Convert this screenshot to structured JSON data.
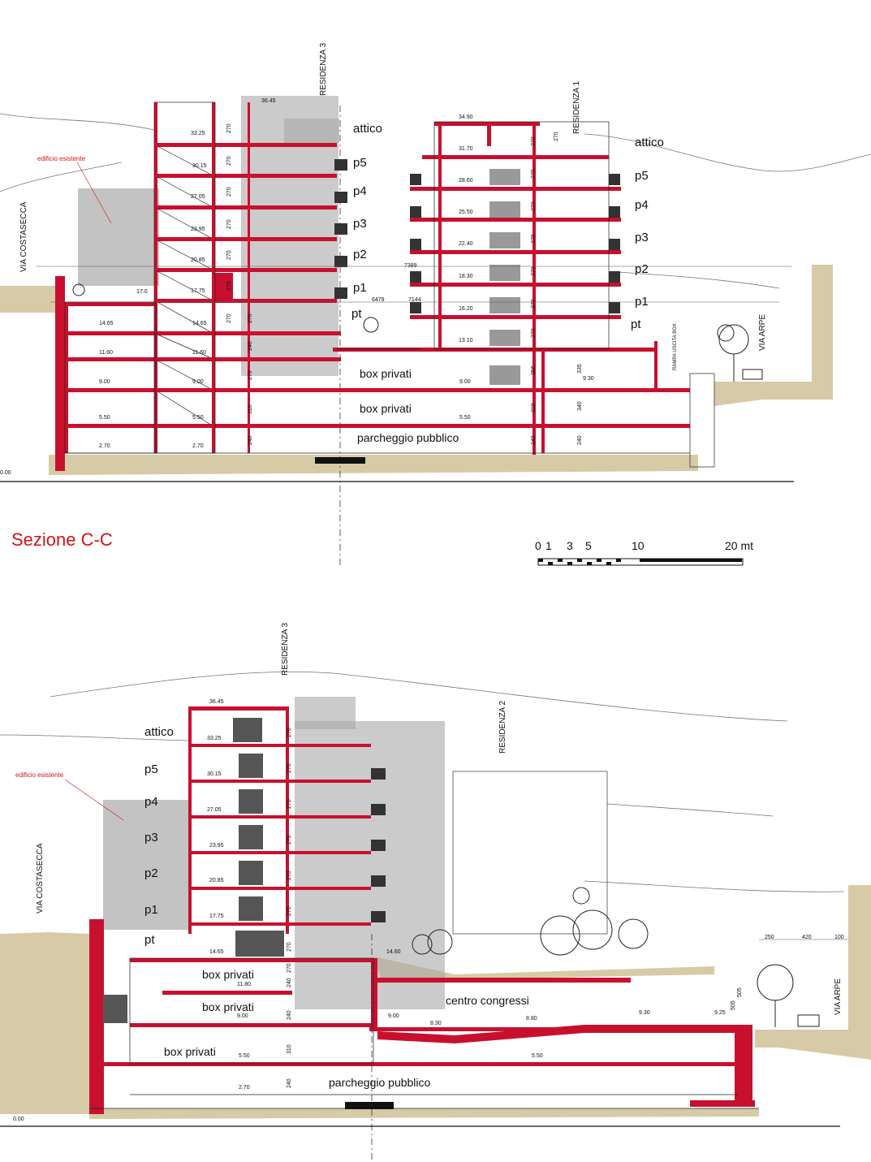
{
  "title": "Sezione C-C",
  "scale_bar": {
    "labels": [
      "0",
      "1",
      "3",
      "5",
      "10",
      "20 mt"
    ]
  },
  "section_top": {
    "building_labels": [
      "RESIDENZA 3",
      "RESIDENZA 1"
    ],
    "street_left": "VIA COSTASECCA",
    "street_right": "VIA ARPE",
    "ramp_label": "RAMPA USCITA BOX",
    "existing_label": "edificio esistente",
    "floors_res3": [
      "attico",
      "p5",
      "p4",
      "p3",
      "p2",
      "p1",
      "pt"
    ],
    "floors_res1": [
      "attico",
      "p5",
      "p4",
      "p3",
      "p2",
      "p1",
      "pt"
    ],
    "zones": [
      "box privati",
      "box privati",
      "parcheggio pubblico"
    ],
    "levels_res3": [
      "36.45",
      "33.25",
      "30.15",
      "27.05",
      "23.95",
      "20.85",
      "17.75",
      "14.65",
      "11.60",
      "9.00",
      "5.50",
      "2.70"
    ],
    "levels_res1": [
      "34.90",
      "31.70",
      "28.60",
      "25.50",
      "22.40",
      "18.30",
      "16.20",
      "13.10",
      "9.00",
      "5.50"
    ],
    "level_misc": [
      "17.0",
      "14.65",
      "11.60",
      "9.00",
      "5.50",
      "2.70",
      "9.30"
    ],
    "dims_res3": [
      "270",
      "270",
      "270",
      "270",
      "270",
      "270",
      "270",
      "270",
      "240",
      "270",
      "310",
      "240"
    ],
    "dims_res1": [
      "270",
      "270",
      "270",
      "270",
      "270",
      "270",
      "270",
      "270",
      "356",
      "310",
      "240"
    ],
    "dims_right": [
      "335",
      "340",
      "240"
    ],
    "heights": [
      "7389",
      "7144",
      "6479"
    ],
    "origin": "0.00"
  },
  "section_bottom": {
    "building_labels": [
      "RESIDENZA 3",
      "RESIDENZA 2"
    ],
    "street_left": "VIA COSTASECCA",
    "street_right": "VIA ARPE",
    "existing_label": "edificio esistente",
    "floors": [
      "attico",
      "p5",
      "p4",
      "p3",
      "p2",
      "p1",
      "pt"
    ],
    "zones": [
      "box privati",
      "box privati",
      "centro congressi",
      "box privati",
      "parcheggio pubblico"
    ],
    "levels": [
      "36.45",
      "33.25",
      "30.15",
      "27.05",
      "23.95",
      "20.85",
      "17.75",
      "14.65",
      "11.80",
      "9.00",
      "5.50",
      "2.70"
    ],
    "levels_misc": [
      "14.60",
      "9.00",
      "8.30",
      "8.80",
      "9.30",
      "9.25",
      "5.50"
    ],
    "dims": [
      "270",
      "270",
      "270",
      "270",
      "270",
      "270",
      "270",
      "270",
      "240",
      "240",
      "310",
      "240"
    ],
    "dims_right": [
      "250",
      "420",
      "100",
      "505",
      "505"
    ],
    "origin": "0.00"
  }
}
